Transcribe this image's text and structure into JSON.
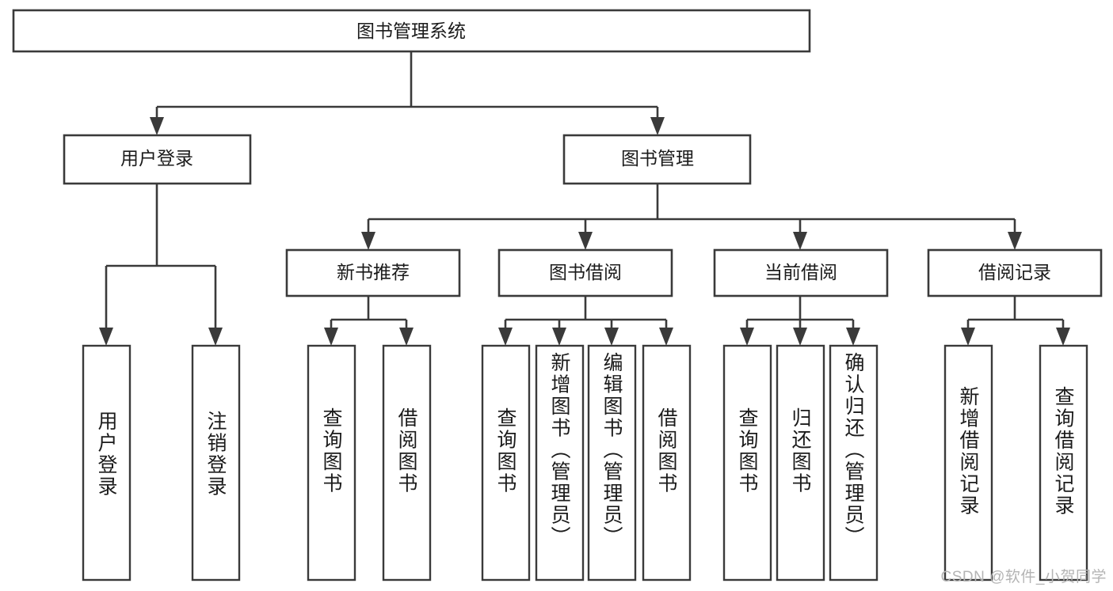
{
  "diagram": {
    "type": "tree-hierarchy",
    "title": "图书管理系统",
    "watermark": "CSDN @软件_小贺同学",
    "colors": {
      "background": "#ffffff",
      "stroke": "#3a3a3a",
      "text": "#1b1b1b",
      "watermark": "#b4b4b4"
    },
    "levels": {
      "root": {
        "label": "图书管理系统"
      },
      "level2": [
        {
          "id": "user-login",
          "label": "用户登录"
        },
        {
          "id": "book-manage",
          "label": "图书管理"
        }
      ],
      "level3": [
        {
          "id": "new-book-recommend",
          "label": "新书推荐",
          "parent": "book-manage"
        },
        {
          "id": "book-borrow",
          "label": "图书借阅",
          "parent": "book-manage"
        },
        {
          "id": "current-borrow",
          "label": "当前借阅",
          "parent": "book-manage"
        },
        {
          "id": "borrow-record",
          "label": "借阅记录",
          "parent": "book-manage"
        }
      ],
      "leaves": [
        {
          "id": "leaf-user-login",
          "label": "用户登录",
          "parent": "user-login"
        },
        {
          "id": "leaf-logout",
          "label": "注销登录",
          "parent": "user-login"
        },
        {
          "id": "leaf-query-book-1",
          "label": "查询图书",
          "parent": "new-book-recommend"
        },
        {
          "id": "leaf-borrow-book-1",
          "label": "借阅图书",
          "parent": "new-book-recommend"
        },
        {
          "id": "leaf-query-book-2",
          "label": "查询图书",
          "parent": "book-borrow"
        },
        {
          "id": "leaf-add-book",
          "label": "新增图书（管理员）",
          "parent": "book-borrow"
        },
        {
          "id": "leaf-edit-book",
          "label": "编辑图书（管理员）",
          "parent": "book-borrow"
        },
        {
          "id": "leaf-borrow-book-2",
          "label": "借阅图书",
          "parent": "book-borrow"
        },
        {
          "id": "leaf-query-book-3",
          "label": "查询图书",
          "parent": "current-borrow"
        },
        {
          "id": "leaf-return-book",
          "label": "归还图书",
          "parent": "current-borrow"
        },
        {
          "id": "leaf-confirm-return",
          "label": "确认归还（管理员）",
          "parent": "current-borrow"
        },
        {
          "id": "leaf-add-record",
          "label": "新增借阅记录",
          "parent": "borrow-record"
        },
        {
          "id": "leaf-query-record",
          "label": "查询借阅记录",
          "parent": "borrow-record"
        }
      ]
    }
  }
}
